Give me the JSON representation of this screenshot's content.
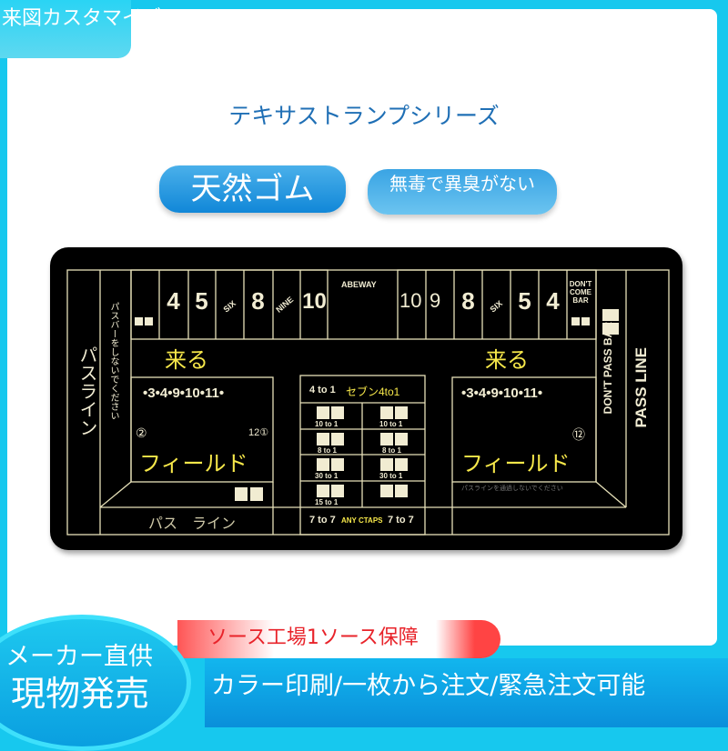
{
  "corner_tag": "来図カスタマイズ",
  "series_title": "テキサストランプシリーズ",
  "pills": [
    "天然ゴム",
    "無毒で異臭がない"
  ],
  "mat": {
    "brand": "ABEWAY",
    "left_numbers": [
      "4",
      "5",
      "SIX",
      "8",
      "NINE",
      "10"
    ],
    "right_numbers": [
      "10",
      "9",
      "8",
      "SIX",
      "5",
      "4"
    ],
    "dont_come_bar": "DON'T COME BAR",
    "come": "来る",
    "field": "フィールド",
    "field_numbers": "•3•4•9•10•11•",
    "field_left_2": "②",
    "field_left_12": "12①",
    "field_right_12": "⑫",
    "pass_line_left": "パスライン",
    "pass_bar_left": "パスバーをしないでください",
    "pass_line_bottom": "パス　ライン",
    "dont_pass_bar": "DON'T PASS BAR",
    "pass_line_right": "PASS LINE",
    "dont_cross": "パスラインを通過しないでください",
    "center": {
      "top_left": "4 to 1",
      "top_right": "セブン4to1",
      "odds": [
        "10 to 1",
        "10 to 1",
        "8 to 1",
        "8 to 1",
        "30 to 1",
        "30 to 1",
        "15 to 1",
        ""
      ],
      "bottom_left": "7 to 7",
      "bottom_mid": "ANY CTAPS",
      "bottom_right": "7 to 7"
    }
  },
  "badge": {
    "line1": "メーカー直供",
    "line2": "現物発売"
  },
  "red_banner": "ソース工場1ソース保障",
  "blue_banner": "カラー印刷/一枚から注文/緊急注文可能"
}
